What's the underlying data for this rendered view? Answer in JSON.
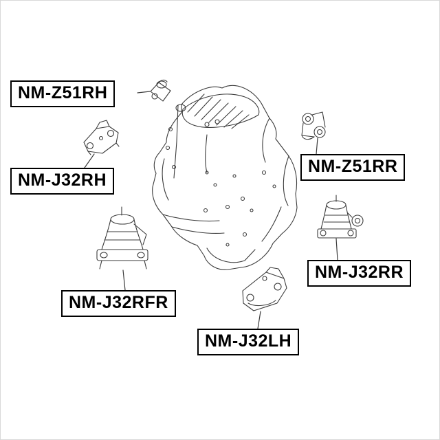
{
  "diagram_labels": {
    "z51rh": "NM-Z51RH",
    "j32rh": "NM-J32RH",
    "j32rfr": "NM-J32RFR",
    "j32lh": "NM-J32LH",
    "j32rr": "NM-J32RR",
    "z51rr": "NM-Z51RR"
  },
  "colors": {
    "line": "#3a3a3a",
    "label_border": "#000000",
    "label_text": "#000000",
    "background": "#ffffff"
  }
}
